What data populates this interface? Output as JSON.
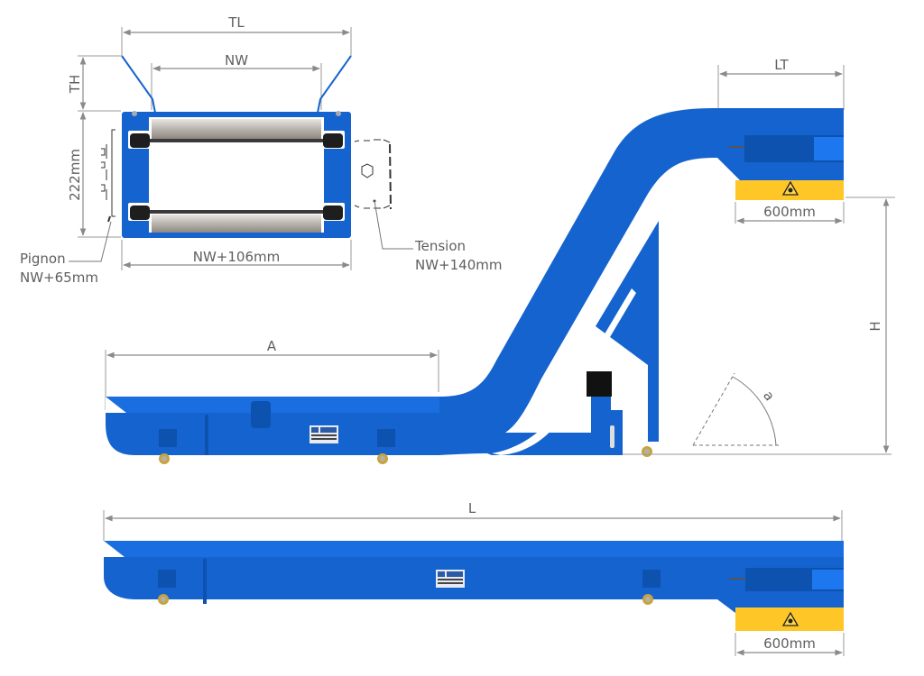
{
  "title": "Chip conveyor dimension drawing",
  "colors": {
    "conveyor_body": "#1463cf",
    "conveyor_highlight": "#1a6ee0",
    "hopper": "#ffc627",
    "dimension_lines": "#8a8a8a",
    "dimension_text": "#5f5f5f",
    "motor": "#111111"
  },
  "cross_section": {
    "labels": {
      "tl": "TL",
      "nw": "NW",
      "th": "TH",
      "height": "222mm",
      "width": "NW+106mm",
      "pignon_line1": "Pignon",
      "pignon_line2": "NW+65mm",
      "tension_line1": "Tension",
      "tension_line2": "NW+140mm"
    }
  },
  "side_view_inclined": {
    "labels": {
      "lt": "LT",
      "discharge_length": "600mm",
      "h": "H",
      "a": "A",
      "angle": "a"
    }
  },
  "side_view_flat": {
    "labels": {
      "l": "L",
      "discharge_length": "600mm"
    }
  },
  "icons": [
    "warning-triangle-icon",
    "hexagon-nut-icon",
    "caster-wheel-icon",
    "nameplate-icon",
    "motor-icon"
  ]
}
